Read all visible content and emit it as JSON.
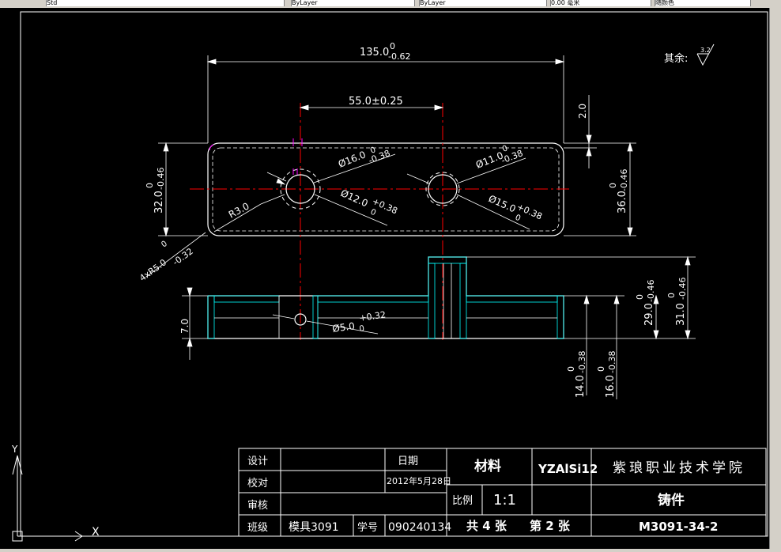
{
  "toolbar": {
    "fields": [
      {
        "name": "style-combo",
        "text": "Std"
      },
      {
        "name": "layer-combo-1",
        "text": "ByLayer"
      },
      {
        "name": "layer-combo-2",
        "text": "ByLayer"
      },
      {
        "name": "lineweight-combo",
        "text": "0.00 毫米"
      },
      {
        "name": "color-combo",
        "text": "随颜色"
      }
    ]
  },
  "drawing": {
    "dims": {
      "overall_length": "135.0",
      "overall_upper": "0",
      "overall_lower": "-0.62",
      "hole_spacing": "55.0±0.25",
      "top_offset": "2.0",
      "left_height": "32.0",
      "left_height_upper": "0",
      "left_height_lower": "-0.46",
      "right_height": "36.0",
      "right_height_upper": "0",
      "right_height_lower": "-0.46",
      "hole1_cb": "Ø16.0",
      "hole1_cb_tol": "-0.38",
      "hole1_cb_up": "0",
      "hole1_bore": "Ø12.0",
      "hole1_bore_tol": "+0.38",
      "hole1_bore_low": "0",
      "hole2_cb": "Ø11.0",
      "hole2_cb_tol": "-0.38",
      "hole2_cb_up": "0",
      "hole2_bore": "Ø15.0",
      "hole2_bore_tol": "+0.38",
      "hole2_bore_low": "0",
      "fillet": "R3.0",
      "corner_radius": "4xR5.0",
      "corner_radius_tol": "-0.32",
      "corner_radius_up": "0",
      "pin_hole": "Ø5.0",
      "pin_hole_tol": "+0.32",
      "pin_hole_low": "0",
      "wall": "7.0",
      "height_29": "29.0",
      "height_29_up": "0",
      "height_29_tol": "-0.46",
      "height_31": "31.0",
      "height_31_up": "0",
      "height_31_tol": "-0.46",
      "height_14": "14.0",
      "height_14_up": "0",
      "height_14_tol": "-0.38",
      "height_16": "16.0",
      "height_16_up": "0",
      "height_16_tol": "-0.38"
    },
    "roughness_label": "其余:",
    "roughness_value": "3.2"
  },
  "title_block": {
    "design": "设计",
    "check": "校对",
    "review": "审核",
    "class_label": "班级",
    "class_value": "模具3091",
    "student_no_label": "学号",
    "student_no": "090240134",
    "date_label": "日期",
    "date_value": "2012年5月28日",
    "material_label": "材料",
    "material_value": "YZAlSi12",
    "school": "紫琅职业技术学院",
    "scale_label": "比例",
    "scale_value": "1:1",
    "part_name": "铸件",
    "sheets": "共 4 张",
    "sheet_no": "第 2 张",
    "drawing_no": "M3091-34-2"
  },
  "ucs": {
    "x": "X",
    "y": "Y"
  },
  "colors": {
    "background": "#000000",
    "outline": "#ffffff",
    "centerline": "#ff0000",
    "hatch": "#00ffff",
    "hidden": "#ff00ff"
  }
}
